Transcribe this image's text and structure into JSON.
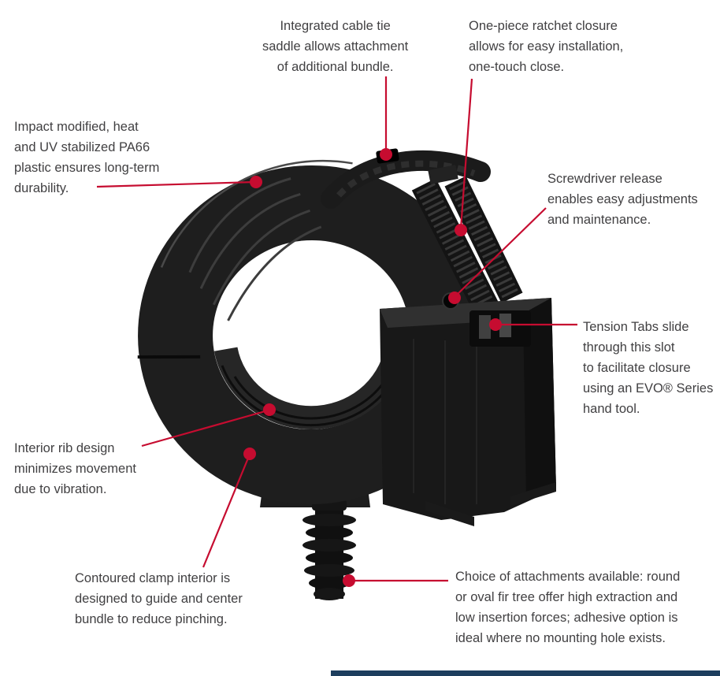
{
  "theme": {
    "accent_color": "#c60c30",
    "text_color": "#414042",
    "background_color": "#ffffff",
    "product_color": "#1e1e1e",
    "footer_bar_color": "#1d3e5e"
  },
  "callouts": [
    {
      "id": "cable-tie-saddle",
      "text": "Integrated cable tie\nsaddle allows attachment\nof additional bundle."
    },
    {
      "id": "ratchet-closure",
      "text": "One-piece ratchet closure\nallows for easy installation,\none-touch close."
    },
    {
      "id": "pa66-durability",
      "text": "Impact modified, heat\nand UV stabilized PA66\nplastic ensures long-term\ndurability."
    },
    {
      "id": "screwdriver-release",
      "text": "Screwdriver release\nenables easy adjustments\nand maintenance."
    },
    {
      "id": "tension-tabs",
      "text": "Tension Tabs slide\nthrough this slot\nto facilitate closure\nusing an EVO® Series\nhand tool."
    },
    {
      "id": "interior-ribs",
      "text": "Interior rib design\nminimizes movement\ndue to vibration."
    },
    {
      "id": "contoured-interior",
      "text": "Contoured clamp interior is\ndesigned to guide and center\nbundle to reduce pinching."
    },
    {
      "id": "attachments",
      "text": "Choice of attachments available: round\nor oval fir tree offer high extraction and\nlow insertion forces; adhesive option is\nideal where no mounting hole exists."
    }
  ]
}
